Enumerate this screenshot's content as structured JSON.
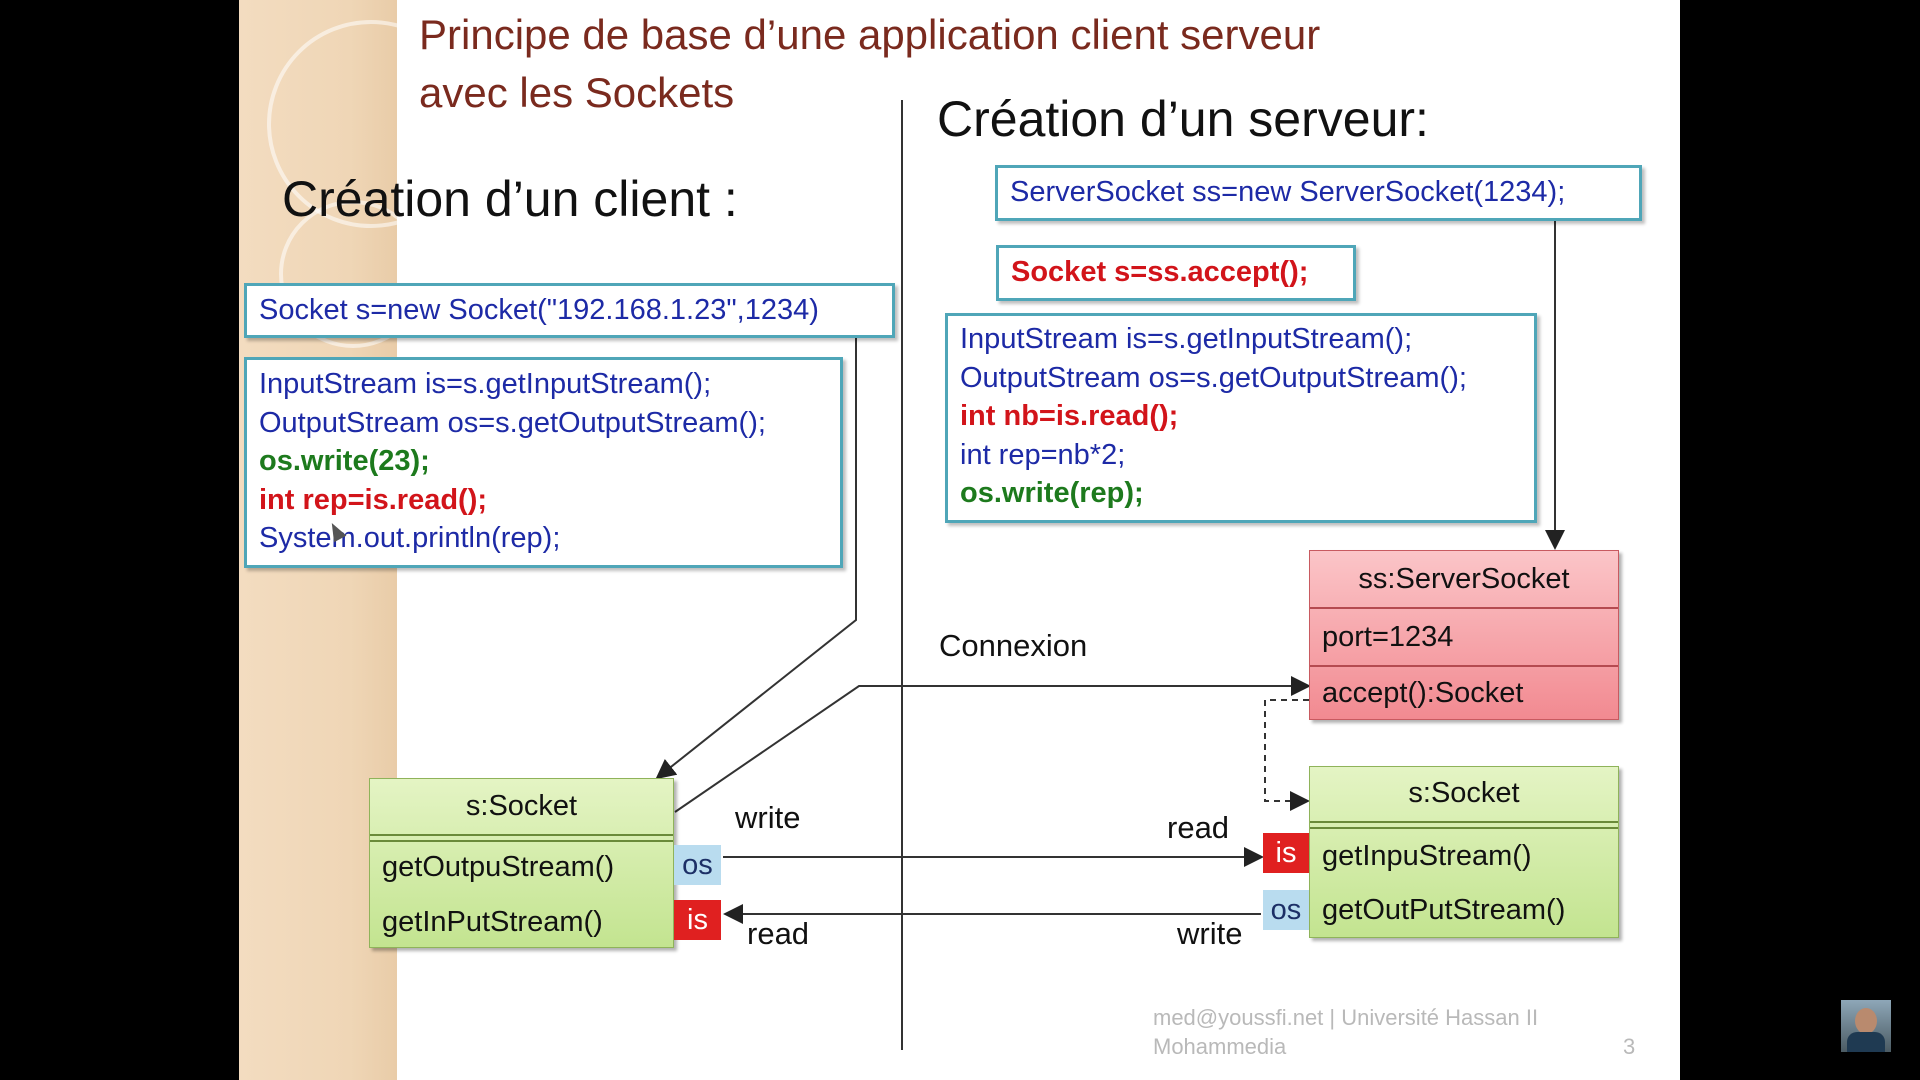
{
  "slide": {
    "title_line1": "Principe de base d’une application client serveur",
    "title_line2": "avec les Sockets",
    "server_heading": "Création d’un serveur:",
    "client_heading": "Création d’un client :"
  },
  "client": {
    "socket_code": "Socket s=new Socket(\"192.168.1.23\",1234)",
    "code_lines": [
      "InputStream is=s.getInputStream();",
      "OutputStream os=s.getOutputStream();",
      "os.write(23);",
      "int rep=is.read();",
      "System.out.println(rep);"
    ],
    "uml": {
      "title": "s:Socket",
      "method1": "getOutpuStream()",
      "method2": "getInPutStream()",
      "tag_os": "os",
      "tag_is": "is"
    }
  },
  "server": {
    "serversocket_code": "ServerSocket ss=new ServerSocket(1234);",
    "accept_code": "Socket s=ss.accept();",
    "code_lines": [
      "InputStream is=s.getInputStream();",
      "OutputStream os=s.getOutputStream();",
      "int nb=is.read();",
      "int rep=nb*2;",
      "os.write(rep);"
    ],
    "serversocket_uml": {
      "title": "ss:ServerSocket",
      "attr": "port=1234",
      "method": "accept():Socket"
    },
    "socket_uml": {
      "title": "s:Socket",
      "method1": "getInpuStream()",
      "method2": "getOutPutStream()",
      "tag_is": "is",
      "tag_os": "os"
    }
  },
  "labels": {
    "connexion": "Connexion",
    "client_write": "write",
    "client_read": "read",
    "server_read": "read",
    "server_write": "write"
  },
  "footer": {
    "line1": "med@youssfi.net | Université Hassan II",
    "line2": "Mohammedia",
    "page": "3"
  },
  "colors": {
    "code_blue": "#1d2aa6",
    "code_red": "#d2141a",
    "code_green": "#1d7a1d",
    "box_border": "#4fa6b8",
    "title": "#7a2a1e"
  }
}
